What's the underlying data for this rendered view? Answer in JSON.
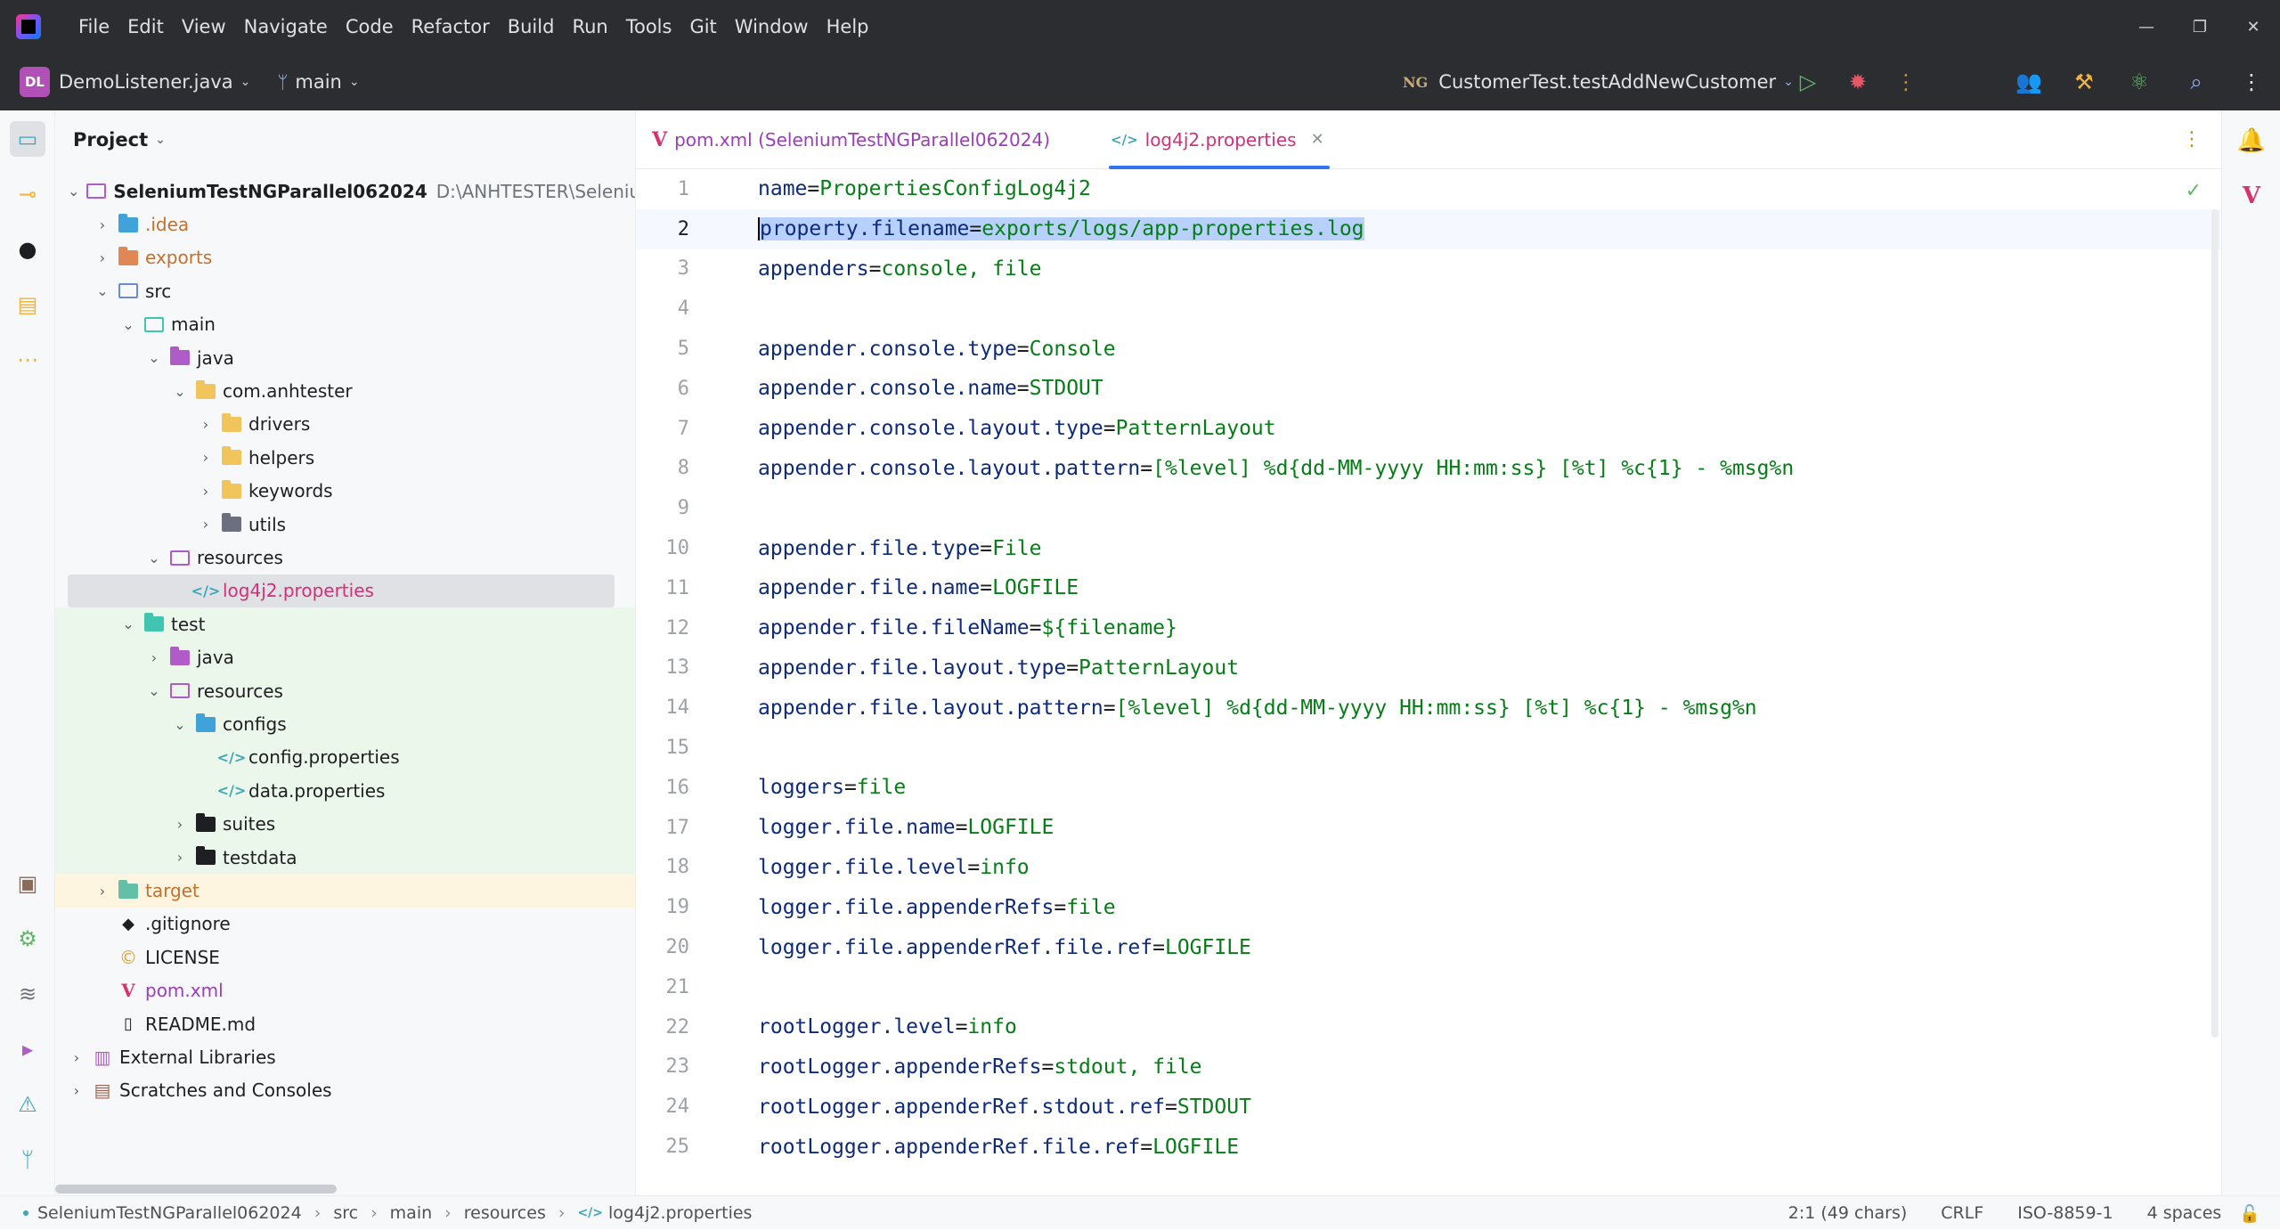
{
  "menu": [
    "File",
    "Edit",
    "View",
    "Navigate",
    "Code",
    "Refactor",
    "Build",
    "Run",
    "Tools",
    "Git",
    "Window",
    "Help"
  ],
  "window_controls": {
    "minimize": "—",
    "restore": "❐",
    "close": "✕"
  },
  "toolbar": {
    "project_badge": "DL",
    "project_name": "DemoListener.java",
    "branch": "main",
    "run_config_icon": "NG",
    "run_config": "CustomerTest.testAddNewCustomer"
  },
  "project_panel": {
    "title": "Project",
    "tree": [
      {
        "label": "SeleniumTestNGParallel062024",
        "path": "D:\\ANHTESTER\\Selenium",
        "depth": 0,
        "expanded": true,
        "icon": "module-folder-icon",
        "bold": true
      },
      {
        "label": ".idea",
        "depth": 1,
        "expanded": false,
        "icon": "idea-folder-icon",
        "color": "orange"
      },
      {
        "label": "exports",
        "depth": 1,
        "expanded": false,
        "icon": "folder-icon",
        "color": "orange"
      },
      {
        "label": "src",
        "depth": 1,
        "expanded": true,
        "icon": "source-root-folder-icon"
      },
      {
        "label": "main",
        "depth": 2,
        "expanded": true,
        "icon": "folder-icon"
      },
      {
        "label": "java",
        "depth": 3,
        "expanded": true,
        "icon": "source-folder-icon"
      },
      {
        "label": "com.anhtester",
        "depth": 4,
        "expanded": true,
        "icon": "package-icon"
      },
      {
        "label": "drivers",
        "depth": 5,
        "expanded": false,
        "icon": "package-icon"
      },
      {
        "label": "helpers",
        "depth": 5,
        "expanded": false,
        "icon": "package-icon"
      },
      {
        "label": "keywords",
        "depth": 5,
        "expanded": false,
        "icon": "package-icon"
      },
      {
        "label": "utils",
        "depth": 5,
        "expanded": false,
        "icon": "package-icon"
      },
      {
        "label": "resources",
        "depth": 3,
        "expanded": true,
        "icon": "resources-folder-icon"
      },
      {
        "label": "log4j2.properties",
        "depth": 4,
        "icon": "properties-file-icon",
        "selected": true,
        "color": "pink"
      },
      {
        "label": "test",
        "depth": 2,
        "expanded": true,
        "icon": "test-folder-icon",
        "highlight": "green"
      },
      {
        "label": "java",
        "depth": 3,
        "expanded": false,
        "icon": "source-folder-icon",
        "highlight": "green"
      },
      {
        "label": "resources",
        "depth": 3,
        "expanded": true,
        "icon": "resources-folder-icon",
        "highlight": "green"
      },
      {
        "label": "configs",
        "depth": 4,
        "expanded": true,
        "icon": "folder-icon",
        "highlight": "green"
      },
      {
        "label": "config.properties",
        "depth": 5,
        "icon": "properties-file-icon",
        "highlight": "green"
      },
      {
        "label": "data.properties",
        "depth": 5,
        "icon": "properties-file-icon",
        "highlight": "green"
      },
      {
        "label": "suites",
        "depth": 4,
        "expanded": false,
        "icon": "folder-icon",
        "highlight": "green"
      },
      {
        "label": "testdata",
        "depth": 4,
        "expanded": false,
        "icon": "folder-icon",
        "highlight": "green"
      },
      {
        "label": "target",
        "depth": 1,
        "expanded": false,
        "icon": "excluded-folder-icon",
        "highlight": "yellow",
        "color": "orange"
      },
      {
        "label": ".gitignore",
        "depth": 1,
        "icon": "git-file-icon"
      },
      {
        "label": "LICENSE",
        "depth": 1,
        "icon": "license-file-icon"
      },
      {
        "label": "pom.xml",
        "depth": 1,
        "icon": "maven-file-icon",
        "color": "purple"
      },
      {
        "label": "README.md",
        "depth": 1,
        "icon": "markdown-file-icon"
      },
      {
        "label": "External Libraries",
        "depth": 0,
        "expanded": false,
        "icon": "libraries-icon"
      },
      {
        "label": "Scratches and Consoles",
        "depth": 0,
        "expanded": false,
        "icon": "scratches-icon"
      }
    ]
  },
  "editor": {
    "tabs": [
      {
        "label": "pom.xml (SeleniumTestNGParallel062024)",
        "icon": "maven-file-icon",
        "active": false
      },
      {
        "label": "log4j2.properties",
        "icon": "properties-file-icon",
        "active": true
      }
    ],
    "current_line": 2,
    "lines": [
      {
        "n": "1",
        "key": "name",
        "val": "PropertiesConfigLog4j2"
      },
      {
        "n": "2",
        "key": "property.filename",
        "val": "exports/logs/app-properties.log"
      },
      {
        "n": "3",
        "key": "appenders",
        "val": "console, file"
      },
      {
        "n": "4",
        "key": "",
        "val": ""
      },
      {
        "n": "5",
        "key": "appender.console.type",
        "val": "Console"
      },
      {
        "n": "6",
        "key": "appender.console.name",
        "val": "STDOUT"
      },
      {
        "n": "7",
        "key": "appender.console.layout.type",
        "val": "PatternLayout"
      },
      {
        "n": "8",
        "key": "appender.console.layout.pattern",
        "val": "[%level] %d{dd-MM-yyyy HH:mm:ss} [%t] %c{1} - %msg%n"
      },
      {
        "n": "9",
        "key": "",
        "val": ""
      },
      {
        "n": "10",
        "key": "appender.file.type",
        "val": "File"
      },
      {
        "n": "11",
        "key": "appender.file.name",
        "val": "LOGFILE"
      },
      {
        "n": "12",
        "key": "appender.file.fileName",
        "val": "${filename}"
      },
      {
        "n": "13",
        "key": "appender.file.layout.type",
        "val": "PatternLayout"
      },
      {
        "n": "14",
        "key": "appender.file.layout.pattern",
        "val": "[%level] %d{dd-MM-yyyy HH:mm:ss} [%t] %c{1} - %msg%n"
      },
      {
        "n": "15",
        "key": "",
        "val": ""
      },
      {
        "n": "16",
        "key": "loggers",
        "val": "file"
      },
      {
        "n": "17",
        "key": "logger.file.name",
        "val": "LOGFILE"
      },
      {
        "n": "18",
        "key": "logger.file.level",
        "val": "info"
      },
      {
        "n": "19",
        "key": "logger.file.appenderRefs",
        "val": "file"
      },
      {
        "n": "20",
        "key": "logger.file.appenderRef.file.ref",
        "val": "LOGFILE"
      },
      {
        "n": "21",
        "key": "",
        "val": ""
      },
      {
        "n": "22",
        "key": "rootLogger.level",
        "val": "info"
      },
      {
        "n": "23",
        "key": "rootLogger.appenderRefs",
        "val": "stdout, file"
      },
      {
        "n": "24",
        "key": "rootLogger.appenderRef.stdout.ref",
        "val": "STDOUT"
      },
      {
        "n": "25",
        "key": "rootLogger.appenderRef.file.ref",
        "val": "LOGFILE"
      }
    ]
  },
  "statusbar": {
    "breadcrumb": [
      "SeleniumTestNGParallel062024",
      "src",
      "main",
      "resources",
      "log4j2.properties"
    ],
    "position": "2:1 (49 chars)",
    "line_separator": "CRLF",
    "encoding": "ISO-8859-1",
    "indent": "4 spaces"
  },
  "colors": {
    "chrome_dark": "#2b2d30",
    "panel_bg": "#f7f8fa",
    "key": "#0e2a7a",
    "value": "#067d17",
    "selection": "#b7d1fc",
    "accent": "#3574f0"
  }
}
